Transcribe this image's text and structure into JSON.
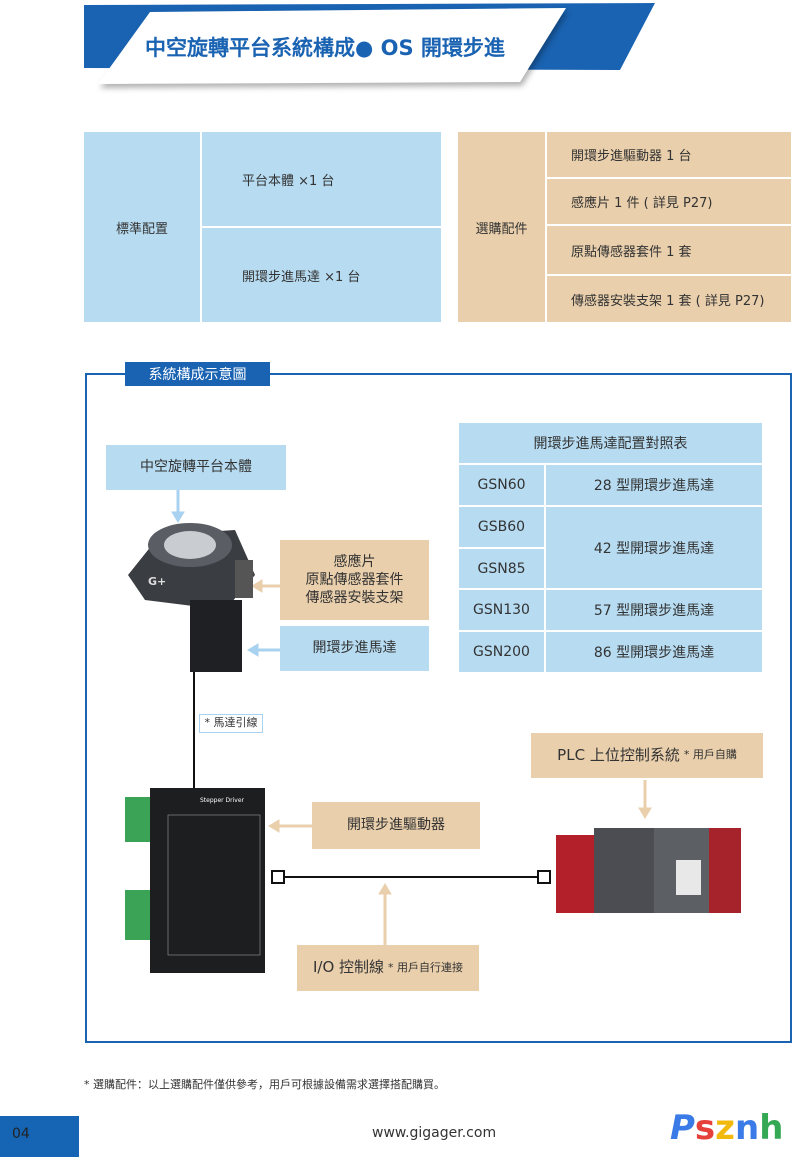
{
  "header": {
    "title": "中空旋轉平台系統構成● OS 開環步進"
  },
  "config": {
    "standard": {
      "label": "標準配置",
      "items": [
        "平台本體 ×1 台",
        "開環步進馬達 ×1 台"
      ]
    },
    "optional": {
      "label": "選購配件",
      "items": [
        "開環步進驅動器 1 台",
        "感應片 1 件 ( 詳見 P27)",
        "原點傳感器套件 1 套",
        "傳感器安裝支架 1 套 ( 詳見 P27)"
      ]
    }
  },
  "diagram": {
    "section_title": "系統構成示意圖",
    "platform_label": "中空旋轉平台本體",
    "sensor_label": [
      "感應片",
      "原點傳感器套件",
      "傳感器安裝支架"
    ],
    "motor_label": "開環步進馬達",
    "motor_lead": "* 馬達引線",
    "driver_label": "開環步進驅動器",
    "driver_text": "Stepper Driver",
    "plc_label": "PLC 上位控制系統",
    "plc_note": "* 用戶自購",
    "io_label": "I/O 控制線",
    "io_note": "* 用戶自行連接",
    "table": {
      "title": "開環步進馬達配置對照表",
      "rows": [
        {
          "model": "GSN60",
          "motor": "28 型開環步進馬達"
        },
        {
          "model": "GSB60",
          "motor": "42 型開環步進馬達"
        },
        {
          "model": "GSN85",
          "motor": ""
        },
        {
          "model": "GSN130",
          "motor": "57 型開環步進馬達"
        },
        {
          "model": "GSN200",
          "motor": "86 型開環步進馬達"
        }
      ]
    }
  },
  "footnote": "* 選購配件：以上選購配件僅供參考，用戶可根據設備需求選擇搭配購買。",
  "footer": {
    "page": "04",
    "url": "www.gigager.com",
    "logo": "Psznh"
  },
  "colors": {
    "primary": "#1565b4",
    "light_blue": "#b7dcf2",
    "tan": "#e9cfac"
  }
}
